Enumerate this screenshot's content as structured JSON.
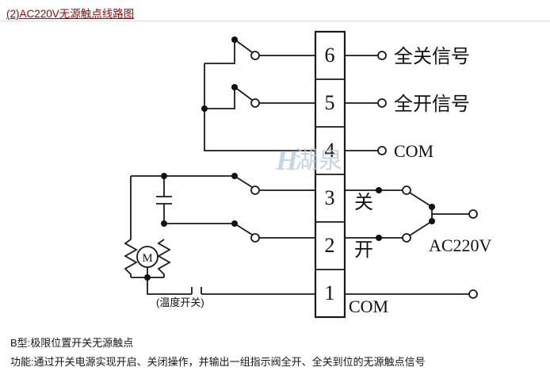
{
  "page": {
    "title": "(2)AC220V无源触点线路图",
    "notes": {
      "line1": "B型:极限位置开关无源触点",
      "line2": "功能:通过开关电源实现开启、关闭操作，并输出一组指示阀全开、全关到位的无源触点信号"
    }
  },
  "diagram": {
    "terminal_numbers": [
      "6",
      "5",
      "4",
      "3",
      "2",
      "1"
    ],
    "labels": {
      "full_close_signal": "全关信号",
      "full_open_signal": "全开信号",
      "com_top": "COM",
      "close": "关",
      "open": "开",
      "power": "AC220V",
      "com_bottom": "COM",
      "temperature_switch": "(温度开关)",
      "motor": "M"
    },
    "watermark": {
      "logo": "H",
      "text": "湖泉"
    },
    "colors": {
      "title_link": "#a40000",
      "line": "#1a1a1a",
      "watermark": "#b6cbdd"
    }
  }
}
